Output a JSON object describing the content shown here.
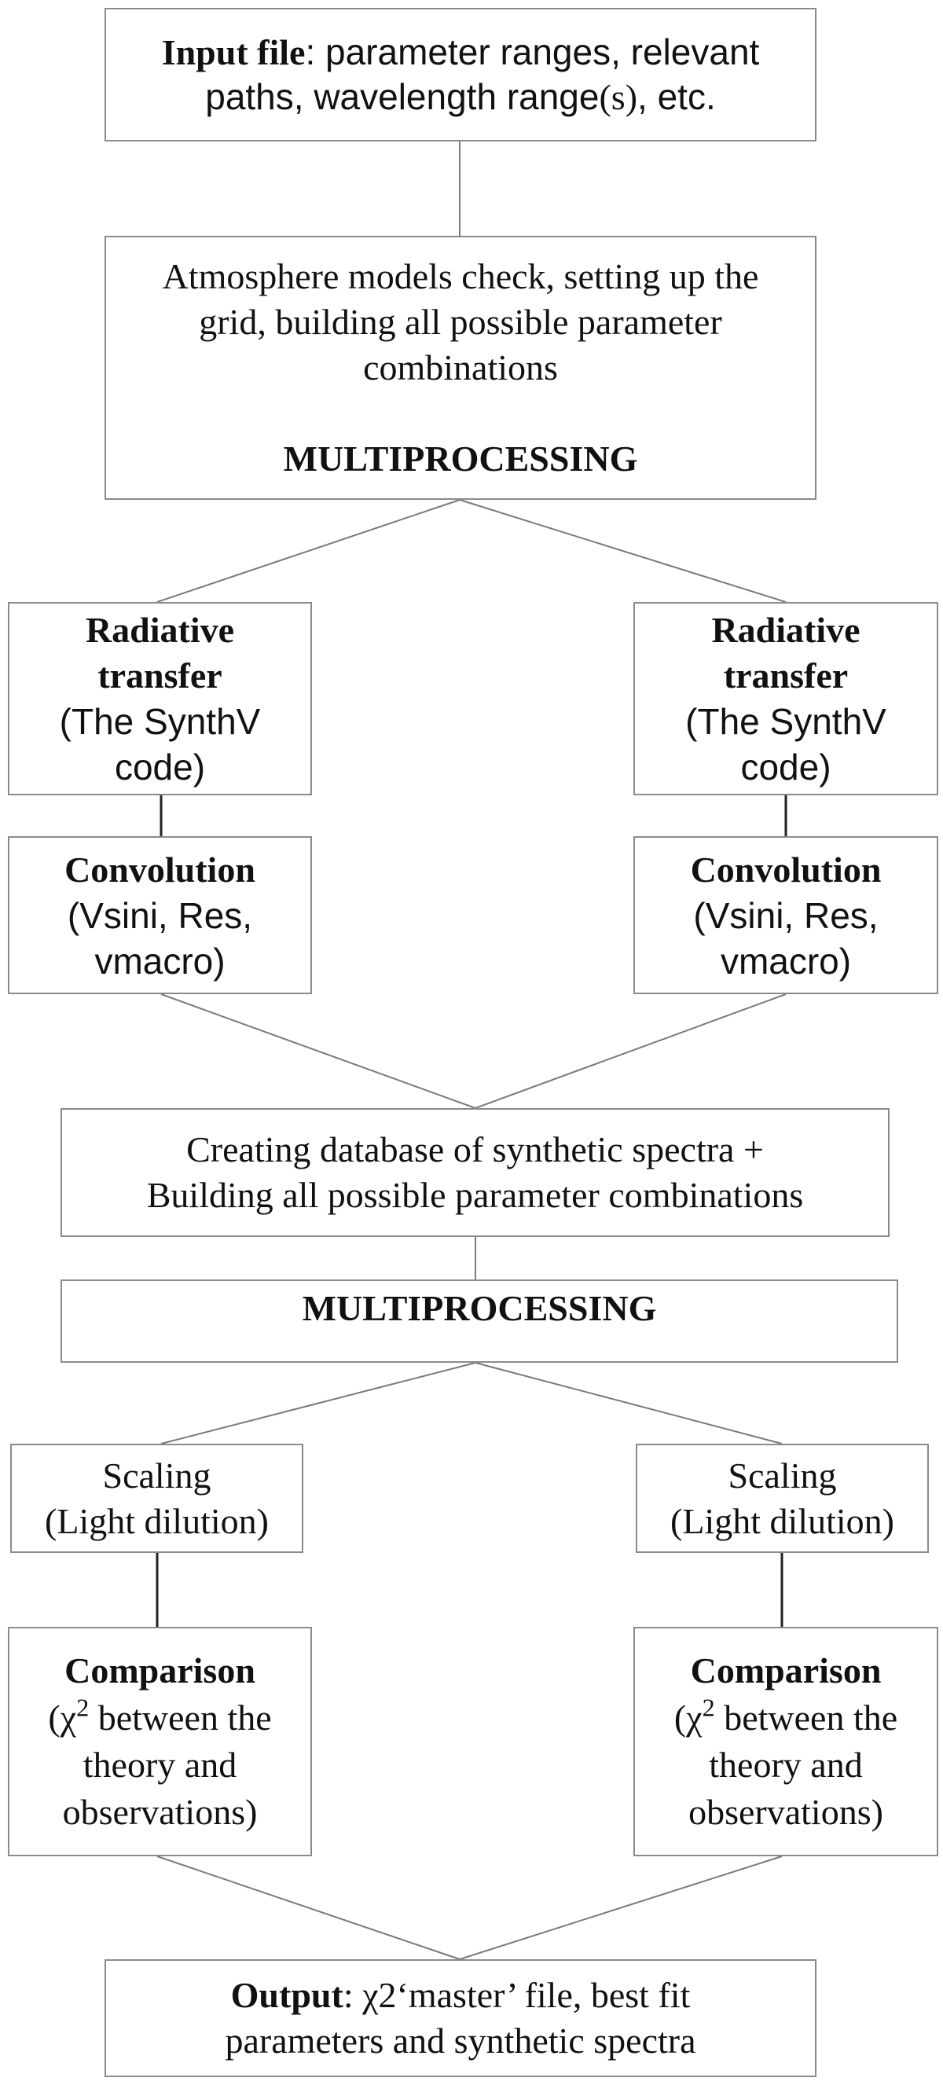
{
  "nodes": {
    "input": {
      "bold": "Input file",
      "line1_rest": ": parameter ranges, relevant",
      "line2_a": "paths, wavelength range",
      "line2_s": "(s)",
      "line2_b": ", etc."
    },
    "atmosphere": {
      "line1": "Atmosphere models check, setting up the",
      "line2": "grid, building all possible parameter",
      "line3": "combinations",
      "mp": "MULTIPROCESSING"
    },
    "rt_left": {
      "title1": "Radiative",
      "title2": "transfer",
      "sub1": "(The SynthV",
      "sub2": "code)"
    },
    "rt_right": {
      "title1": "Radiative",
      "title2": "transfer",
      "sub1": "(The SynthV",
      "sub2": "code)"
    },
    "conv_left": {
      "title": "Convolution",
      "sub1": "(Vsini, Res,",
      "sub2": "vmacro)"
    },
    "conv_right": {
      "title": "Convolution",
      "sub1": "(Vsini, Res,",
      "sub2": "vmacro)"
    },
    "database": {
      "line1": "Creating database of synthetic spectra +",
      "line2": "Building all possible parameter combinations"
    },
    "multiprocessing": {
      "label": "MULTIPROCESSING"
    },
    "scale_left": {
      "line1": "Scaling",
      "line2": "(Light dilution)"
    },
    "scale_right": {
      "line1": "Scaling",
      "line2": "(Light dilution)"
    },
    "cmp_left": {
      "title": "Comparison",
      "chi": "(χ",
      "sup": "2",
      "line1_rest": " between the",
      "line2": "theory and",
      "line3": "observations)"
    },
    "cmp_right": {
      "title": "Comparison",
      "chi": "(χ",
      "sup": "2",
      "line1_rest": " between the",
      "line2": "theory and",
      "line3": "observations)"
    },
    "output": {
      "bold": "Output",
      "line1_rest": ": χ2‘master’ file, best fit",
      "line2": "parameters and synthetic spectra"
    }
  }
}
